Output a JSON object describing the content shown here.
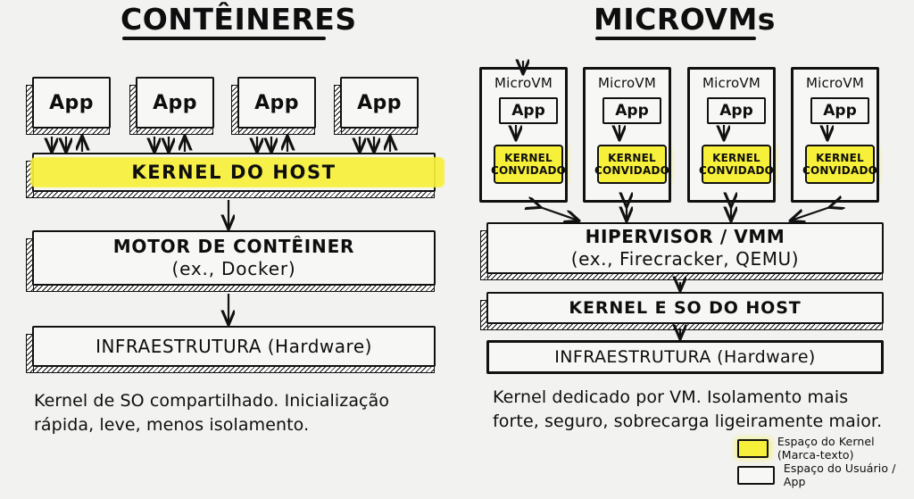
{
  "background_color": "#f2f2f0",
  "ink_color": "#111111",
  "highlight_color": "#f7f03a",
  "left_panel": {
    "title": "CONTÊINERES",
    "apps": [
      {
        "label": "App"
      },
      {
        "label": "App"
      },
      {
        "label": "App"
      },
      {
        "label": "App"
      }
    ],
    "kernel_host": {
      "label": "KERNEL DO HOST",
      "highlighted": true
    },
    "engine": {
      "line1": "MOTOR DE CONTÊINER",
      "line2": "(ex., Docker)"
    },
    "infrastructure": {
      "label": "INFRAESTRUTURA (Hardware)"
    },
    "caption": "Kernel de SO compartilhado. Inicialização rápida, leve, menos isolamento."
  },
  "right_panel": {
    "title": "MICROVMs",
    "vms": [
      {
        "title": "MicroVM",
        "app": "App",
        "kernel_line1": "KERNEL",
        "kernel_line2": "CONVIDADO"
      },
      {
        "title": "MicroVM",
        "app": "App",
        "kernel_line1": "KERNEL",
        "kernel_line2": "CONVIDADO"
      },
      {
        "title": "MicroVM",
        "app": "App",
        "kernel_line1": "KERNEL",
        "kernel_line2": "CONVIDADO"
      },
      {
        "title": "MicroVM",
        "app": "App",
        "kernel_line1": "KERNEL",
        "kernel_line2": "CONVIDADO"
      }
    ],
    "hypervisor": {
      "line1": "HIPERVISOR / VMM",
      "line2": "(ex., Firecracker, QEMU)"
    },
    "kernel_so_host": {
      "label": "KERNEL E SO DO HOST"
    },
    "infrastructure": {
      "label": "INFRAESTRUTURA (Hardware)"
    },
    "caption": "Kernel dedicado por VM. Isolamento mais forte, seguro, sobrecarga ligeiramente maior."
  },
  "legend": {
    "items": [
      {
        "swatch": "kernel",
        "label": "Espaço do Kernel (Marca-texto)"
      },
      {
        "swatch": "user",
        "label": "Espaço do Usuário / App"
      }
    ]
  }
}
